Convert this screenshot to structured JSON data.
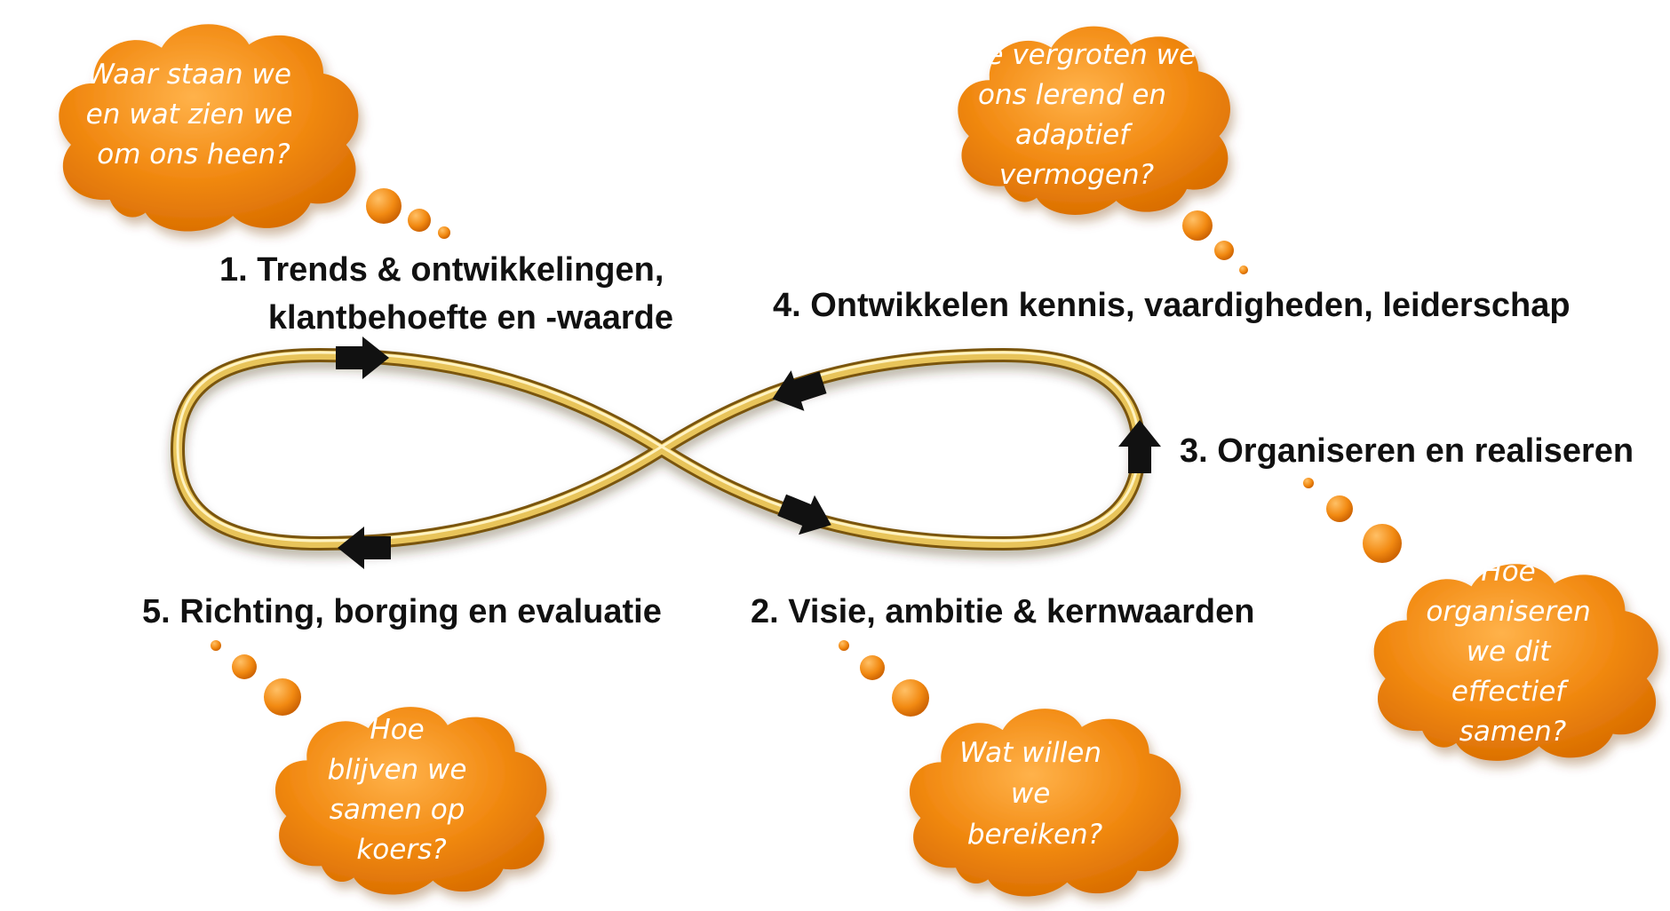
{
  "steps": [
    {
      "id": "trends",
      "lines": [
        "1. Trends & ontwikkelingen,",
        "klantbehoefte en -waarde"
      ]
    },
    {
      "id": "visie",
      "lines": [
        "2. Visie, ambitie & kernwaarden"
      ]
    },
    {
      "id": "organiseren",
      "lines": [
        "3. Organiseren en realiseren"
      ]
    },
    {
      "id": "ontwikkelen",
      "lines": [
        "4. Ontwikkelen kennis, vaardigheden, leiderschap"
      ]
    },
    {
      "id": "richting",
      "lines": [
        "5. Richting, borging en evaluatie"
      ]
    }
  ],
  "clouds": [
    {
      "id": "trends",
      "lines": [
        "Waar staan we",
        "en wat zien we",
        "om ons heen?"
      ]
    },
    {
      "id": "ontwikkelen",
      "lines": [
        "Hoe vergroten we",
        "ons lerend en",
        "adaptief",
        "vermogen?"
      ]
    },
    {
      "id": "organiseren",
      "lines": [
        "Hoe",
        "organiseren",
        "we dit",
        "effectief",
        "samen?"
      ]
    },
    {
      "id": "visie",
      "lines": [
        "Wat willen",
        "we",
        "bereiken?"
      ]
    },
    {
      "id": "richting",
      "lines": [
        "Hoe",
        "blijven we",
        "samen op",
        "koers?"
      ]
    }
  ],
  "colors": {
    "cloud": "#f28a12",
    "cloud_dark": "#c95f00",
    "ring": "#d4a93a",
    "arrow": "#111111",
    "text": "#111111"
  },
  "icons": [
    "arrow-right-icon",
    "arrow-left-icon",
    "arrow-up-icon",
    "thought-bubble-icon"
  ]
}
